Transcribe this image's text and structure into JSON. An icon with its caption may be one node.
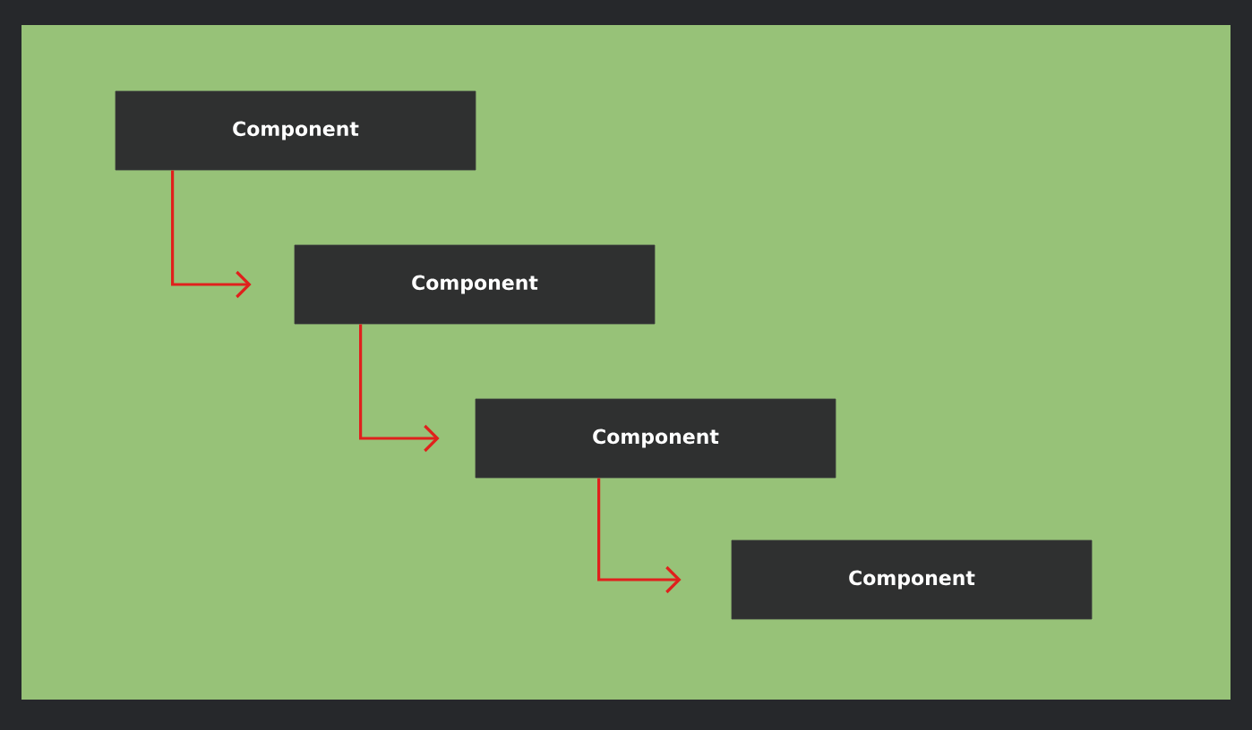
{
  "diagram": {
    "nodes": [
      {
        "text": [
          "Component"
        ]
      },
      {
        "text": [
          "Component"
        ]
      },
      {
        "text": [
          "Component"
        ]
      },
      {
        "text": [
          "Component"
        ]
      }
    ],
    "edges": [
      {
        "from": 0,
        "to": 1,
        "arrow": "to",
        "color": "#e0201c"
      },
      {
        "from": 1,
        "to": 2,
        "arrow": "to",
        "color": "#e0201c"
      },
      {
        "from": 2,
        "to": 3,
        "arrow": "to",
        "color": "#e0201c"
      }
    ]
  }
}
